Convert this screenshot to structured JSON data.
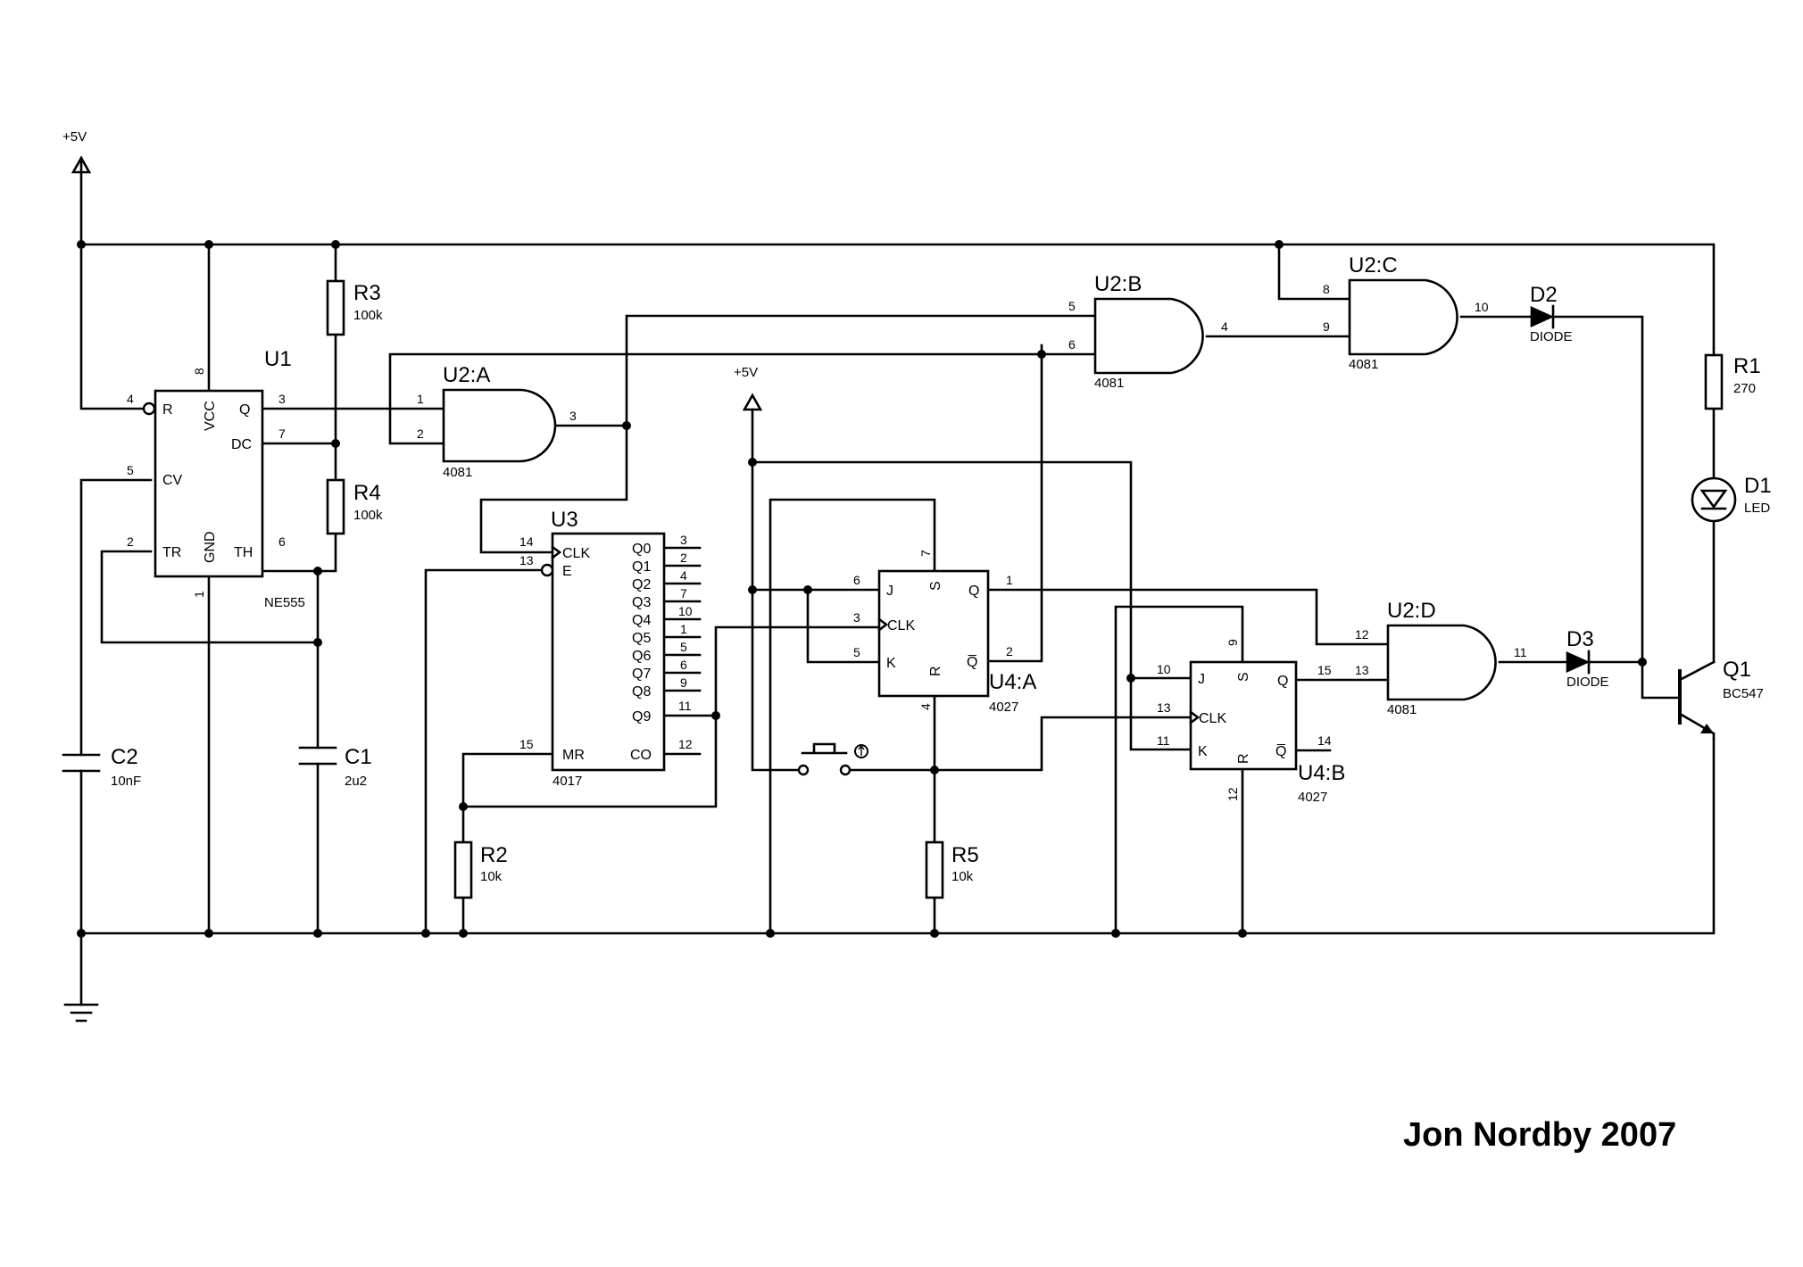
{
  "supply": {
    "top_left": "+5V",
    "mid": "+5V"
  },
  "credit": "Jon Nordby 2007",
  "components": {
    "U1": {
      "ref": "U1",
      "value": "NE555",
      "pins": {
        "R": "R",
        "VCC": "VCC",
        "Q": "Q",
        "DC": "DC",
        "CV": "CV",
        "TR": "TR",
        "GND": "GND",
        "TH": "TH"
      },
      "nums": {
        "R": "4",
        "VCC": "8",
        "Q": "3",
        "DC": "7",
        "CV": "5",
        "TR": "2",
        "TH": "6",
        "GND": "1"
      }
    },
    "R3": {
      "ref": "R3",
      "value": "100k"
    },
    "R4": {
      "ref": "R4",
      "value": "100k"
    },
    "C1": {
      "ref": "C1",
      "value": "2u2"
    },
    "C2": {
      "ref": "C2",
      "value": "10nF"
    },
    "U2A": {
      "ref": "U2:A",
      "value": "4081",
      "in1": "1",
      "in2": "2",
      "out": "3"
    },
    "U2B": {
      "ref": "U2:B",
      "value": "4081",
      "in1": "5",
      "in2": "6",
      "out": "4"
    },
    "U2C": {
      "ref": "U2:C",
      "value": "4081",
      "in1": "8",
      "in2": "9",
      "out": "10"
    },
    "U2D": {
      "ref": "U2:D",
      "value": "4081",
      "in1": "12",
      "in2": "13",
      "out": "11"
    },
    "U3": {
      "ref": "U3",
      "value": "4017",
      "left": [
        {
          "pin": "CLK",
          "num": "14"
        },
        {
          "pin": "E",
          "num": "13"
        },
        {
          "pin": "MR",
          "num": "15"
        }
      ],
      "outs": [
        {
          "pin": "Q0",
          "num": "3"
        },
        {
          "pin": "Q1",
          "num": "2"
        },
        {
          "pin": "Q2",
          "num": "4"
        },
        {
          "pin": "Q3",
          "num": "7"
        },
        {
          "pin": "Q4",
          "num": "10"
        },
        {
          "pin": "Q5",
          "num": "1"
        },
        {
          "pin": "Q6",
          "num": "5"
        },
        {
          "pin": "Q7",
          "num": "6"
        },
        {
          "pin": "Q8",
          "num": "9"
        },
        {
          "pin": "Q9",
          "num": "11"
        }
      ],
      "co": {
        "pin": "CO",
        "num": "12"
      }
    },
    "U4A": {
      "ref": "U4:A",
      "value": "4027",
      "pins": {
        "J": "J",
        "S": "S",
        "Q": "Q",
        "CLK": "CLK",
        "K": "K",
        "R": "R",
        "QB": "Q̅"
      },
      "nums": {
        "J": "6",
        "S": "7",
        "Q": "1",
        "CLK": "3",
        "K": "5",
        "R": "4",
        "QB": "2"
      }
    },
    "U4B": {
      "ref": "U4:B",
      "value": "4027",
      "pins": {
        "J": "J",
        "S": "S",
        "Q": "Q",
        "CLK": "CLK",
        "K": "K",
        "R": "R",
        "QB": "Q̅"
      },
      "nums": {
        "J": "10",
        "S": "9",
        "Q": "15",
        "CLK": "13",
        "K": "11",
        "R": "12",
        "QB": "14"
      }
    },
    "R1": {
      "ref": "R1",
      "value": "270"
    },
    "R2": {
      "ref": "R2",
      "value": "10k"
    },
    "R5": {
      "ref": "R5",
      "value": "10k"
    },
    "D1": {
      "ref": "D1",
      "value": "LED"
    },
    "D2": {
      "ref": "D2",
      "value": "DIODE"
    },
    "D3": {
      "ref": "D3",
      "value": "DIODE"
    },
    "Q1": {
      "ref": "Q1",
      "value": "BC547"
    }
  }
}
